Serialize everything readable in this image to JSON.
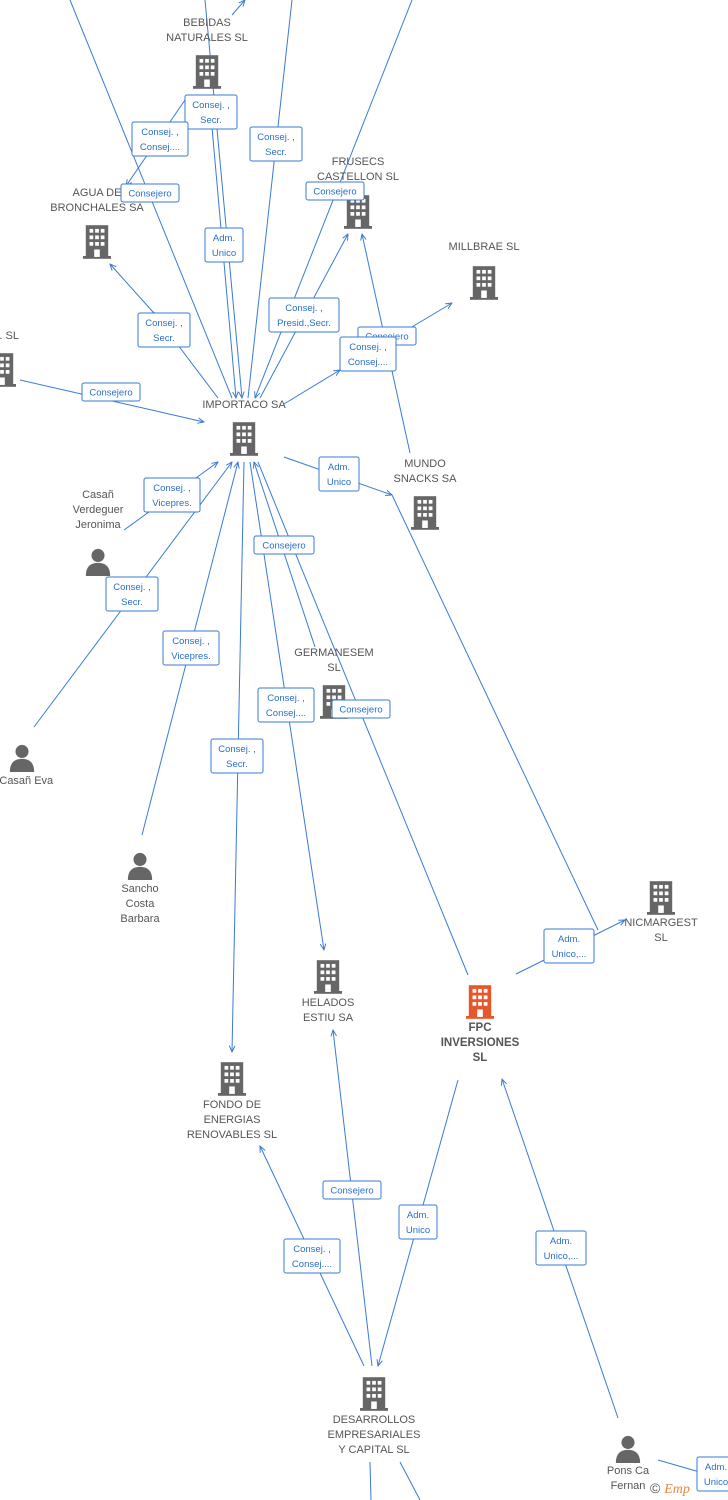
{
  "colors": {
    "edge": "#3a7bd5",
    "building": "#666666",
    "highlight": "#e8572a",
    "person": "#666666"
  },
  "nodes": [
    {
      "id": "bebidas",
      "type": "company",
      "lines": [
        "BEBIDAS",
        "NATURALES SL"
      ]
    },
    {
      "id": "agua",
      "type": "company",
      "lines": [
        "AGUA DE",
        "BRONCHALES SA"
      ]
    },
    {
      "id": "frusecs",
      "type": "company",
      "lines": [
        "FRUSECS",
        "CASTELLON  SL"
      ]
    },
    {
      "id": "millbrae",
      "type": "company",
      "lines": [
        "MILLBRAE  SL"
      ]
    },
    {
      "id": "sl_left",
      "type": "company",
      "lines": [
        ". SL"
      ]
    },
    {
      "id": "importaco",
      "type": "company",
      "lines": [
        "IMPORTACO SA"
      ]
    },
    {
      "id": "mundo",
      "type": "company",
      "lines": [
        "MUNDO",
        "SNACKS SA"
      ]
    },
    {
      "id": "casan_v",
      "type": "person",
      "lines": [
        "Casañ",
        "Verdeguer",
        "Jeronima"
      ]
    },
    {
      "id": "germanesem",
      "type": "company",
      "lines": [
        "GERMANESEM",
        "SL"
      ]
    },
    {
      "id": "casan_eva",
      "type": "person",
      "lines": [
        "s Casañ Eva"
      ]
    },
    {
      "id": "sancho",
      "type": "person",
      "lines": [
        "Sancho",
        "Costa",
        "Barbara"
      ]
    },
    {
      "id": "nicmargest",
      "type": "company",
      "lines": [
        "NICMARGEST",
        "SL"
      ]
    },
    {
      "id": "helados",
      "type": "company",
      "lines": [
        "HELADOS",
        "ESTIU SA"
      ]
    },
    {
      "id": "fpc",
      "type": "company",
      "main": true,
      "lines": [
        "FPC",
        "INVERSIONES",
        "SL"
      ]
    },
    {
      "id": "fondo",
      "type": "company",
      "lines": [
        "FONDO DE",
        "ENERGIAS",
        "RENOVABLES SL"
      ]
    },
    {
      "id": "desarrollos",
      "type": "company",
      "lines": [
        "DESARROLLOS",
        "EMPRESARIALES",
        "Y CAPITAL SL"
      ]
    },
    {
      "id": "pons",
      "type": "person",
      "lines": [
        "Pons Ca",
        "Fernan"
      ]
    }
  ],
  "edge_labels": [
    {
      "id": "l1",
      "lines": [
        "Consej. ,",
        "Secr."
      ]
    },
    {
      "id": "l2",
      "lines": [
        "Consej. ,",
        "Consej...."
      ]
    },
    {
      "id": "l3",
      "lines": [
        "Consejero"
      ]
    },
    {
      "id": "l4",
      "lines": [
        "Consej. ,",
        "Secr."
      ]
    },
    {
      "id": "l5",
      "lines": [
        "Consejero"
      ]
    },
    {
      "id": "l6",
      "lines": [
        "Adm.",
        "Unico"
      ]
    },
    {
      "id": "l7",
      "lines": [
        "Consej. ,",
        "Presid.,Secr."
      ]
    },
    {
      "id": "l8",
      "lines": [
        "Consejero"
      ]
    },
    {
      "id": "l9",
      "lines": [
        "Consej. ,",
        "Consej...."
      ]
    },
    {
      "id": "l10",
      "lines": [
        "Consej. ,",
        "Secr."
      ]
    },
    {
      "id": "l11",
      "lines": [
        "Consejero"
      ]
    },
    {
      "id": "l12",
      "lines": [
        "Adm.",
        "Unico"
      ]
    },
    {
      "id": "l13",
      "lines": [
        "Consej. ,",
        "Vicepres."
      ]
    },
    {
      "id": "l14",
      "lines": [
        "Consejero"
      ]
    },
    {
      "id": "l15",
      "lines": [
        "Consej. ,",
        "Secr."
      ]
    },
    {
      "id": "l16",
      "lines": [
        "Consej. ,",
        "Vicepres."
      ]
    },
    {
      "id": "l17",
      "lines": [
        "Consej. ,",
        "Consej...."
      ]
    },
    {
      "id": "l18",
      "lines": [
        "Consejero"
      ]
    },
    {
      "id": "l19",
      "lines": [
        "Consej. ,",
        "Secr."
      ]
    },
    {
      "id": "l20",
      "lines": [
        "Adm.",
        "Unico,..."
      ]
    },
    {
      "id": "l21",
      "lines": [
        "Consejero"
      ]
    },
    {
      "id": "l22",
      "lines": [
        "Adm.",
        "Unico"
      ]
    },
    {
      "id": "l23",
      "lines": [
        "Consej. ,",
        "Consej...."
      ]
    },
    {
      "id": "l24",
      "lines": [
        "Adm.",
        "Unico,..."
      ]
    },
    {
      "id": "l25",
      "lines": [
        "Adm.",
        "Unico"
      ]
    }
  ],
  "footer": {
    "copyright": "©",
    "brand": "Emp"
  }
}
